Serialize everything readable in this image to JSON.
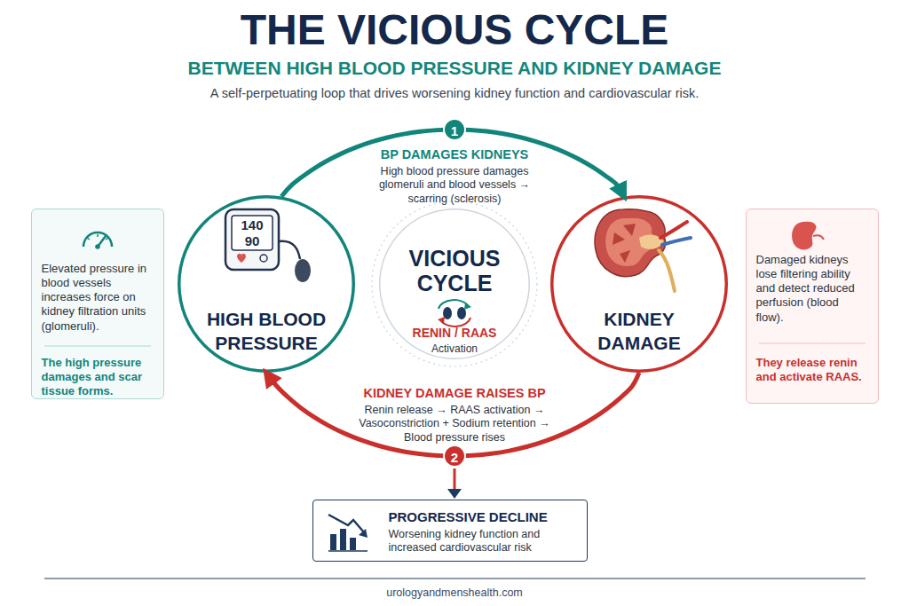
{
  "diagram": {
    "title": "THE VICIOUS CYCLE",
    "nodes": [
      {
        "text": [
          "Elevated pressure in blood vessels increases force on kidney filtration units (glomeruli).",
          "The high pressure damages and scar tissue forms."
        ]
      },
      {
        "text": [
          "HIGH BLOOD PRESSURE"
        ]
      },
      {
        "text": [
          "VICIOUS CYCLE",
          "RENIN / RAAS",
          "Activation"
        ]
      },
      {
        "text": [
          "KIDNEY DAMAGE"
        ]
      },
      {
        "text": [
          "Damaged kidneys lose filtering ability and detect reduced perfusion (blood flow).",
          "They release renin and activate RAAS."
        ]
      },
      {
        "text": [
          "PROGRESSIVE DECLINE",
          "Worsening kidney function and increased cardiovascular risk"
        ]
      }
    ],
    "edges": [
      {
        "from": 1,
        "to": 3,
        "arrow": "to",
        "label": "BP DAMAGES KIDNEYS"
      },
      {
        "from": 3,
        "to": 1,
        "arrow": "to",
        "label": "KIDNEY DAMAGE RAISES BP"
      }
    ],
    "labels": [
      "BETWEEN HIGH BLOOD PRESSURE AND KIDNEY DAMAGE",
      "A self-perpetuating loop that drives worsening kidney function and cardiovascular risk.",
      "1",
      "High blood pressure damages glomeruli and blood vessels → scarring (sclerosis)",
      "2",
      "Renin release → RAAS activation → Vasoconstriction + Sodium retention → Blood pressure rises",
      "140",
      "90",
      "urologyandmenshealth.com"
    ]
  }
}
